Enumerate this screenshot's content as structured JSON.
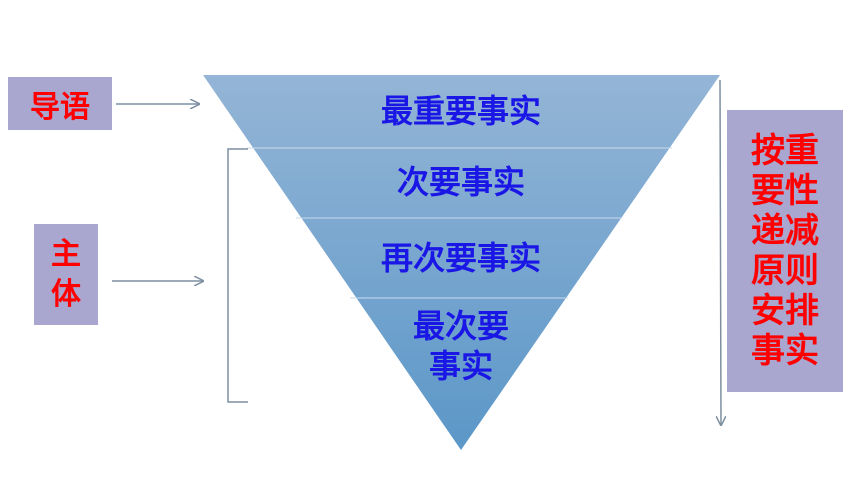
{
  "labels": {
    "lead": "导语",
    "body": "主体",
    "principle": "按重要性递减原则安排事实"
  },
  "tiers": [
    "最重要事实",
    "次要事实",
    "再次要事实",
    "最次要事实"
  ],
  "colors": {
    "label_box": "#a9a6cf",
    "label_text": "#ff0000",
    "tier_text": "#1a17e6",
    "triangle_top": "#8fb2d4",
    "triangle_bottom": "#5a95c7",
    "arrow": "#7d8fa0"
  }
}
